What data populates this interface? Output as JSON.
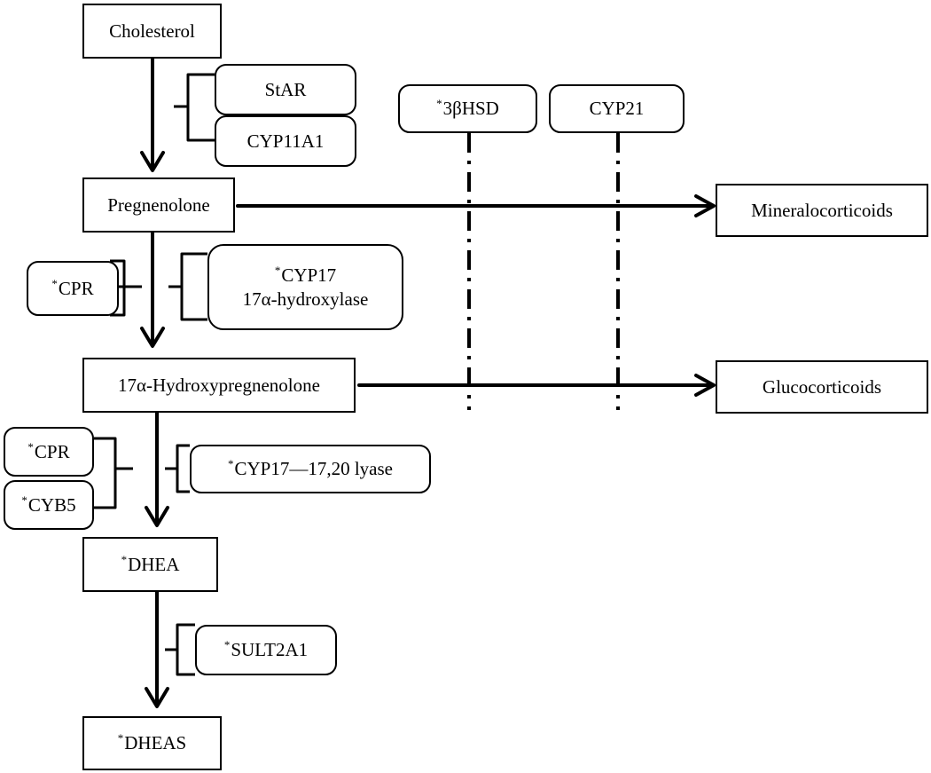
{
  "substrates": {
    "cholesterol": "Cholesterol",
    "pregnenolone": "Pregnenolone",
    "hydroxypregnenolone": "17α-Hydroxypregnenolone",
    "dhea": "DHEA",
    "dheas": "DHEAS"
  },
  "products": {
    "mineralocorticoids": "Mineralocorticoids",
    "glucocorticoids": "Glucocorticoids"
  },
  "enzymes": {
    "star": "StAR",
    "cyp11a1": "CYP11A1",
    "hsd3b": "3βHSD",
    "cyp21": "CYP21",
    "cpr_1": "CPR",
    "cyp17_line1": "CYP17",
    "cyp17_line2": "17α-hydroxylase",
    "cpr_2": "CPR",
    "cyb5": "CYB5",
    "cyp17_lyase": "CYP17—17,20 lyase",
    "sult2a1": "SULT2A1"
  },
  "marker": "*"
}
